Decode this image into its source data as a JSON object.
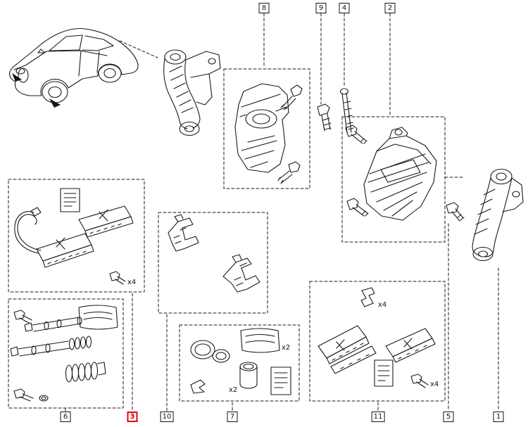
{
  "diagram": {
    "type": "exploded-parts-diagram",
    "subject": "Front brake: caliper, carrier bracket, pads and fitting kits",
    "background": "#ffffff",
    "line_color": "#1a1a1a",
    "highlight_color": "#e8000d"
  },
  "callouts": [
    {
      "id": "8",
      "edge": "top",
      "highlighted": false
    },
    {
      "id": "9",
      "edge": "top",
      "highlighted": false
    },
    {
      "id": "4",
      "edge": "top",
      "highlighted": false
    },
    {
      "id": "2",
      "edge": "top",
      "highlighted": false
    },
    {
      "id": "6",
      "edge": "bottom",
      "highlighted": false
    },
    {
      "id": "3",
      "edge": "bottom",
      "highlighted": true
    },
    {
      "id": "10",
      "edge": "bottom",
      "highlighted": false
    },
    {
      "id": "7",
      "edge": "bottom",
      "highlighted": false
    },
    {
      "id": "11",
      "edge": "bottom",
      "highlighted": false
    },
    {
      "id": "5",
      "edge": "bottom",
      "highlighted": false
    },
    {
      "id": "1",
      "edge": "bottom",
      "highlighted": false
    }
  ],
  "quantities": [
    {
      "text": "x4",
      "location": "front-pad-box-bolt"
    },
    {
      "text": "x2",
      "location": "repair-kit-packet"
    },
    {
      "text": "x2",
      "location": "repair-kit-clip"
    },
    {
      "text": "x4",
      "location": "rear-pad-box-clip"
    },
    {
      "text": "x4",
      "location": "rear-pad-box-bolt"
    }
  ]
}
